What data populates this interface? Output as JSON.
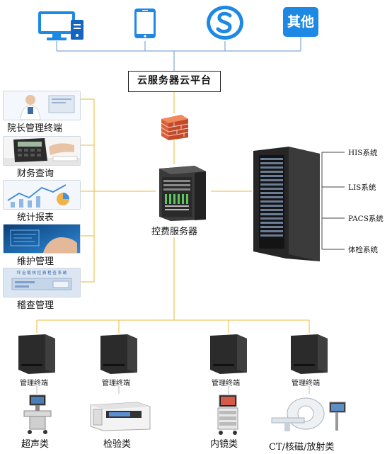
{
  "top_devices": [
    {
      "icon": "desktop-computer-icon"
    },
    {
      "icon": "tablet-icon"
    },
    {
      "icon": "s-app-logo-icon"
    },
    {
      "icon": "other-badge-icon",
      "label": "其他"
    }
  ],
  "cloud": {
    "label": "云服务器云平台"
  },
  "firewall": {
    "icon": "firewall-icon"
  },
  "control_server": {
    "label": "控费服务器"
  },
  "left_modules": [
    {
      "label": "院长管理终端"
    },
    {
      "label": "财务查询"
    },
    {
      "label": "统计报表"
    },
    {
      "label": "维护管理"
    },
    {
      "label": "稽查管理",
      "banner_text": "坪 治 稽 核 控 费 程 查 系 统"
    }
  ],
  "right_systems": [
    {
      "label": "HIS系统"
    },
    {
      "label": "LIS系统"
    },
    {
      "label": "PACS系统"
    },
    {
      "label": "体检系统"
    }
  ],
  "terminals": [
    {
      "terminal_label": "管理终端",
      "category": "超声类"
    },
    {
      "terminal_label": "管理终端",
      "category": "检验类"
    },
    {
      "terminal_label": "管理终端",
      "category": "内镜类"
    },
    {
      "terminal_label": "管理终端",
      "category": "CT/核磁/放射类"
    }
  ],
  "colors": {
    "connector": "#f0c862",
    "connector_top": "#7fa8d6",
    "device_blue": "#1e88e5",
    "rack_dark": "#2b2b2b"
  }
}
